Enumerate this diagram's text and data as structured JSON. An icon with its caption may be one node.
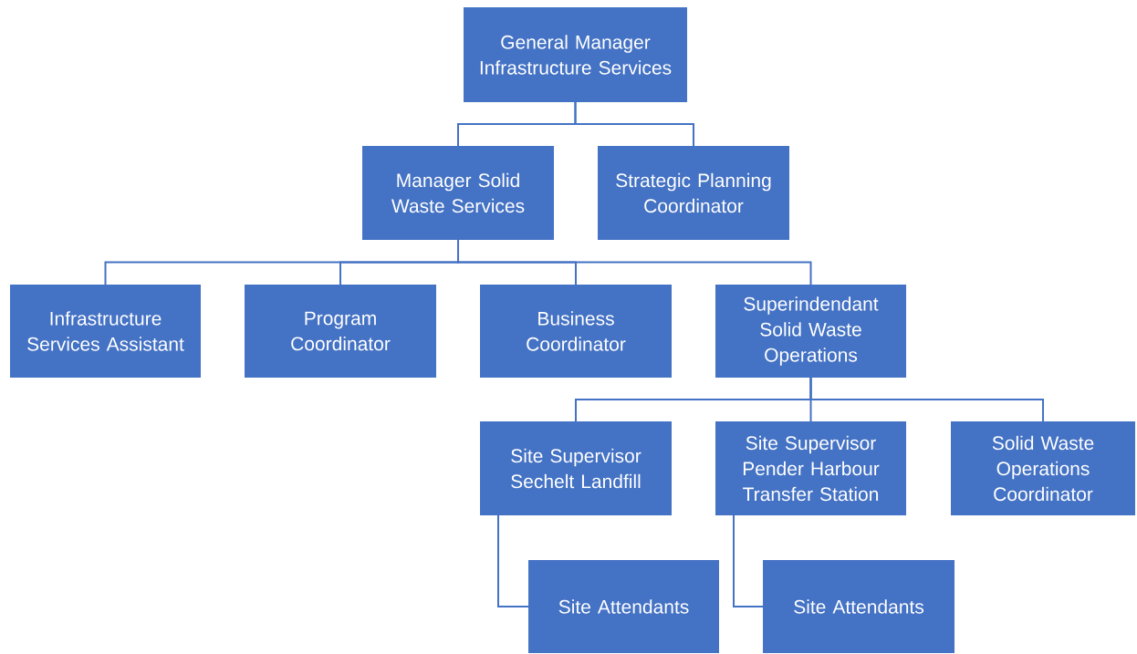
{
  "diagram": {
    "nodes": [
      {
        "text": [
          "General Manager Infrastructure Services"
        ]
      },
      {
        "text": [
          "Manager Solid Waste Services"
        ]
      },
      {
        "text": [
          "Strategic Planning Coordinator"
        ]
      },
      {
        "text": [
          "Infrastructure Services Assistant"
        ]
      },
      {
        "text": [
          "Program Coordinator"
        ]
      },
      {
        "text": [
          "Business Coordinator"
        ]
      },
      {
        "text": [
          "Superindendant Solid Waste Operations"
        ]
      },
      {
        "text": [
          "Site Supervisor Sechelt Landfill"
        ]
      },
      {
        "text": [
          "Site Supervisor Pender Harbour Transfer Station"
        ]
      },
      {
        "text": [
          "Solid Waste Operations Coordinator"
        ]
      },
      {
        "text": [
          "Site Attendants"
        ]
      },
      {
        "text": [
          "Site Attendants"
        ]
      }
    ],
    "edges": [
      {
        "from": 0,
        "to": 1,
        "arrow": "none"
      },
      {
        "from": 0,
        "to": 2,
        "arrow": "none"
      },
      {
        "from": 1,
        "to": 3,
        "arrow": "none"
      },
      {
        "from": 1,
        "to": 4,
        "arrow": "none"
      },
      {
        "from": 1,
        "to": 5,
        "arrow": "none"
      },
      {
        "from": 1,
        "to": 6,
        "arrow": "none"
      },
      {
        "from": 6,
        "to": 7,
        "arrow": "none"
      },
      {
        "from": 6,
        "to": 8,
        "arrow": "none"
      },
      {
        "from": 6,
        "to": 9,
        "arrow": "none"
      },
      {
        "from": 7,
        "to": 10,
        "arrow": "none"
      },
      {
        "from": 8,
        "to": 11,
        "arrow": "none"
      }
    ]
  }
}
